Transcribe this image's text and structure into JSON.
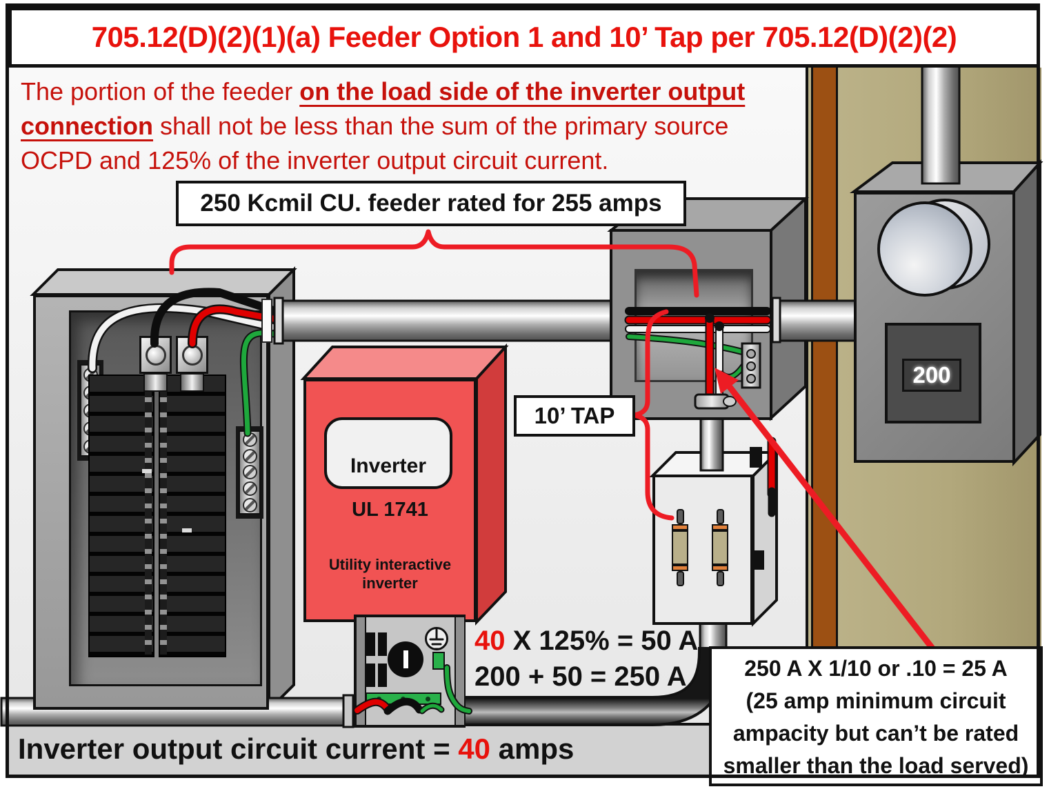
{
  "colors": {
    "accent_red": "#ed1c24",
    "title_red": "#e8120c",
    "intro_red": "#c6110b",
    "inverter_red": "#f15353",
    "wall_tan": "#b2a87c",
    "stud_brown": "#9c5013",
    "wire_black": "#0d0d0d",
    "wire_red": "#e00000",
    "wire_white": "#f2f2f2",
    "wire_green": "#1ea83c"
  },
  "title": {
    "text": "705.12(D)(2)(1)(a) Feeder Option 1 and 10’ Tap per 705.12(D)(2)(2)"
  },
  "intro": {
    "line1_normal": "The portion of the feeder ",
    "line1_emphasis": "on the load side of the inverter output",
    "line2_emphasis": "connection",
    "line2_normal": " shall not be less than the sum of the primary source",
    "line3": "OCPD and 125% of the inverter output circuit current."
  },
  "labels": {
    "feeder": "250 Kcmil CU. feeder rated for 255 amps",
    "tap": "10’ TAP"
  },
  "inverter": {
    "name": "Inverter",
    "listing": "UL 1741",
    "type_line1": "Utility interactive",
    "type_line2": "inverter"
  },
  "meter": {
    "main_breaker_rating": "200"
  },
  "calculations": {
    "line1_value": "40",
    "line1_rest": " X 125% = 50 A",
    "line2": "200 + 50 = 250 A"
  },
  "footer": {
    "prefix": "Inverter output circuit current = ",
    "value": "40",
    "suffix": " amps"
  },
  "note": {
    "line1": "250 A X 1/10 or .10 = 25 A",
    "line2": "(25 amp minimum circuit",
    "line3": "ampacity but can’t be rated",
    "line4": "smaller than the load served)"
  }
}
